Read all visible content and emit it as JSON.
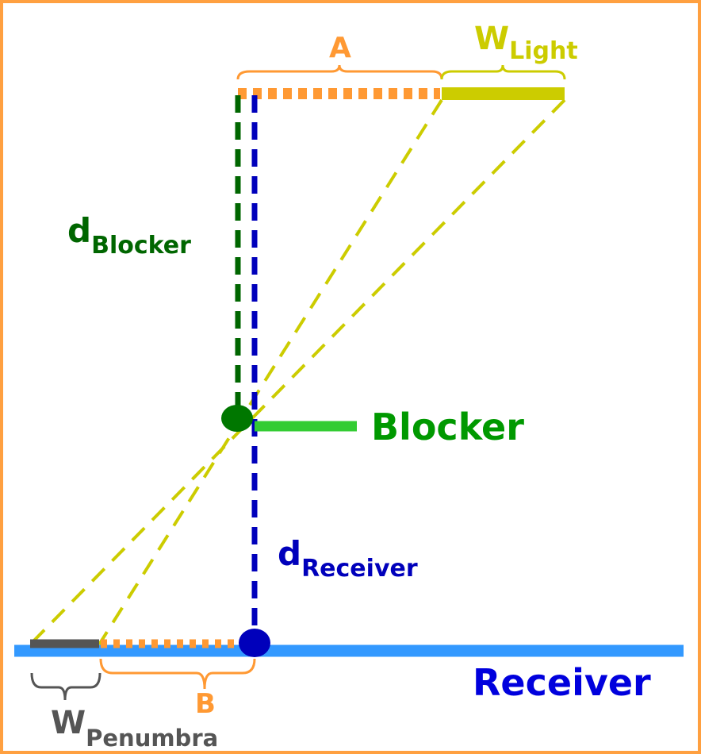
{
  "labels": {
    "a": "A",
    "b": "B",
    "w_light_main": "W",
    "w_light_sub": "Light",
    "d_blocker_main": "d",
    "d_blocker_sub": "Blocker",
    "blocker": "Blocker",
    "d_receiver_main": "d",
    "d_receiver_sub": "Receiver",
    "receiver": "Receiver",
    "w_penumbra_main": "W",
    "w_penumbra_sub": "Penumbra"
  },
  "colors": {
    "frame": "#FFA040",
    "orange": "#FF9933",
    "light": "#CCCC00",
    "blocker_line": "#006600",
    "blocker_bar": "#33CC33",
    "blocker_text": "#009900",
    "receiver_dist": "#0000BB",
    "receiver_line": "#3399FF",
    "receiver_text": "#0000DD",
    "penumbra": "#555555"
  }
}
